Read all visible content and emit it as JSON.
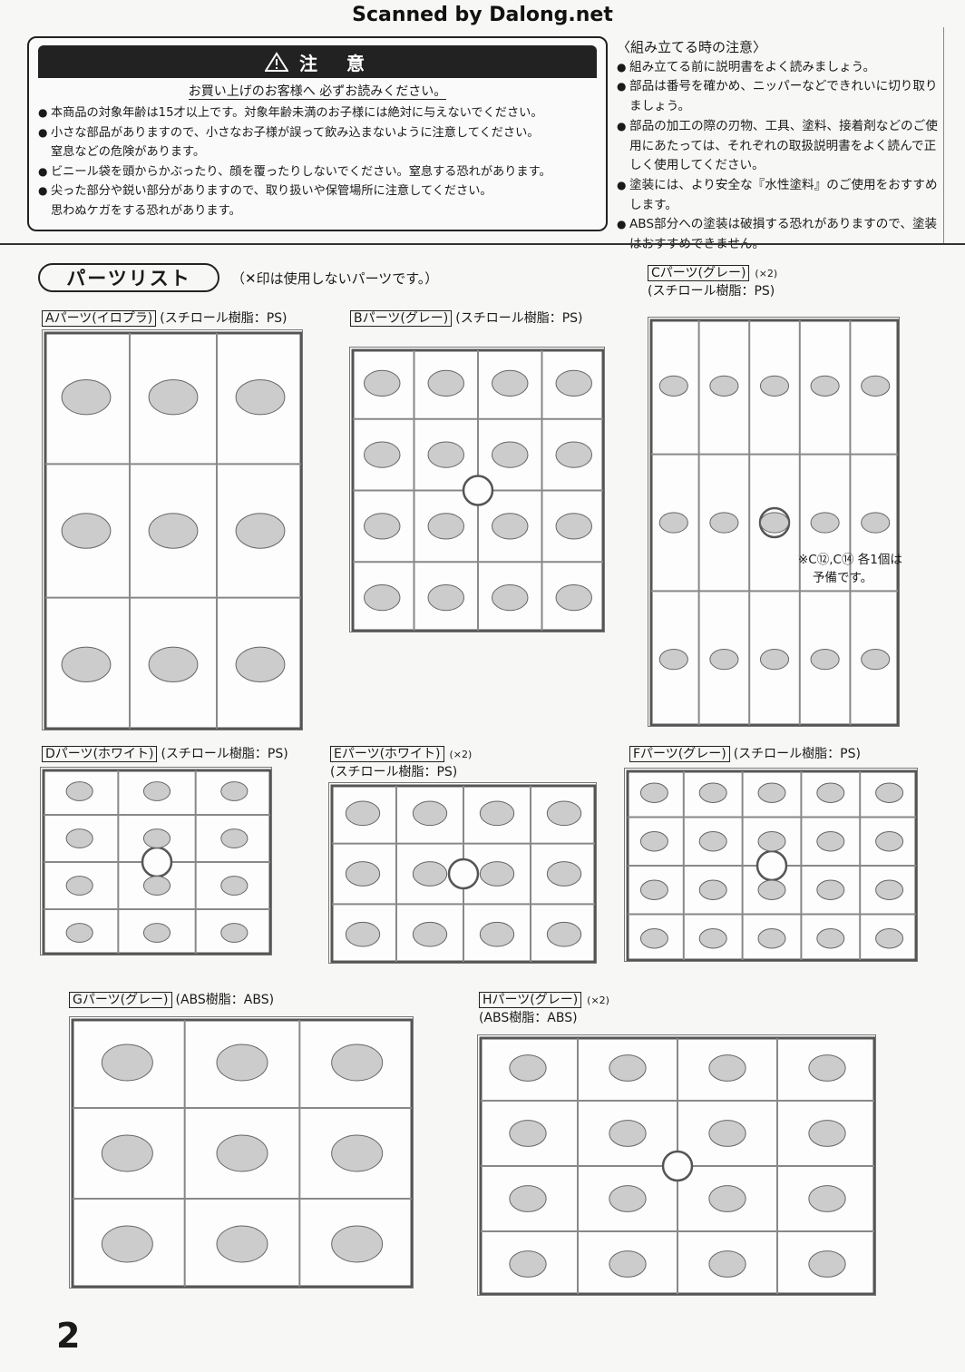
{
  "watermark": "Scanned by Dalong.net",
  "caution": {
    "title": "注　意",
    "subtitle": "お買い上げのお客様へ 必ずお読みください。",
    "items": [
      "本商品の対象年齢は15才以上です。対象年齢未満のお子様には絶対に与えないでください。",
      "小さな部品がありますので、小さなお子様が誤って飲み込まないように注意してください。",
      "窒息などの危険があります。",
      "ビニール袋を頭からかぶったり、顔を覆ったりしないでください。窒息する恐れがあります。",
      "尖った部分や鋭い部分がありますので、取り扱いや保管場所に注意してください。",
      "思わぬケガをする恐れがあります。"
    ]
  },
  "assembly": {
    "title": "〈組み立てる時の注意〉",
    "items": [
      "組み立てる前に説明書をよく読みましょう。",
      "部品は番号を確かめ、ニッパーなどできれいに切り取りましょう。",
      "部品の加工の際の刃物、工具、塗料、接着剤などのご使用にあたっては、それぞれの取扱説明書をよく読んで正しく使用してください。",
      "塗装には、より安全な『水性塗料』のご使用をおすすめします。",
      "ABS部分への塗装は破損する恐れがありますので、塗装はおすすめできません。"
    ]
  },
  "parts_list": {
    "title": "パーツリスト",
    "note": "（✕印は使用しないパーツです。）"
  },
  "sprues": {
    "A": {
      "name": "Aパーツ(イロプラ)",
      "material": "(スチロール樹脂：PS)",
      "mult": ""
    },
    "B": {
      "name": "Bパーツ(グレー)",
      "material": "(スチロール樹脂：PS)",
      "mult": ""
    },
    "C": {
      "name": "Cパーツ(グレー)",
      "material": "(スチロール樹脂：PS)",
      "mult": "(×2)"
    },
    "D": {
      "name": "Dパーツ(ホワイト)",
      "material": "(スチロール樹脂：PS)",
      "mult": ""
    },
    "E": {
      "name": "Eパーツ(ホワイト)",
      "material": "(スチロール樹脂：PS)",
      "mult": "(×2)"
    },
    "F": {
      "name": "Fパーツ(グレー)",
      "material": "(スチロール樹脂：PS)",
      "mult": ""
    },
    "G": {
      "name": "Gパーツ(グレー)",
      "material": "(ABS樹脂：ABS)",
      "mult": ""
    },
    "H": {
      "name": "Hパーツ(グレー)",
      "material": "(ABS樹脂：ABS)",
      "mult": "(×2)"
    }
  },
  "c_note": [
    "※C⑫,C⑭ 各1個は",
    "予備です。"
  ],
  "page_number": "2"
}
